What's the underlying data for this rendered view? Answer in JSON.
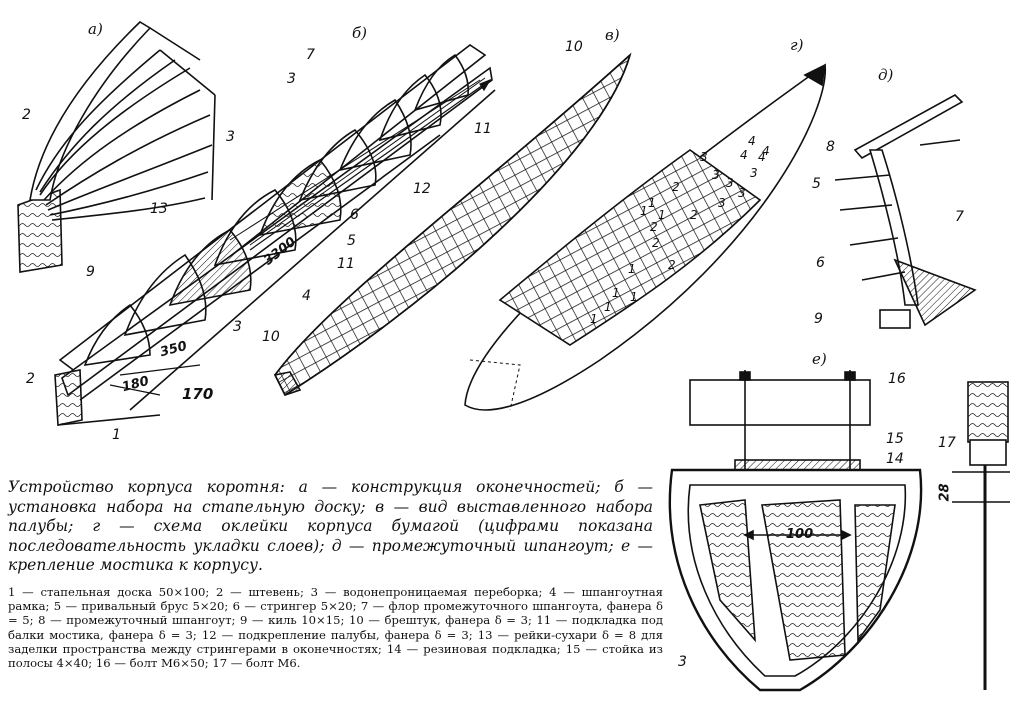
{
  "subfigure_labels": {
    "a": "а)",
    "b": "б)",
    "v": "в)",
    "g": "г)",
    "d": "д)",
    "e": "е)"
  },
  "callouts": {
    "a_2": "2",
    "a_13": "13",
    "b_7": "7",
    "b_3_top": "3",
    "b_3_mid": "3",
    "b_6": "6",
    "b_5": "5",
    "b_4": "4",
    "b_3_low": "3",
    "b_9": "9",
    "b_2": "2",
    "b_1": "1",
    "b_10": "10",
    "v_10": "10",
    "v_11_top": "11",
    "v_12": "12",
    "v_11_low": "11",
    "d_8": "8",
    "d_5": "5",
    "d_7": "7",
    "d_6": "6",
    "d_9": "9",
    "e_16": "16",
    "e_15": "15",
    "e_14": "14",
    "e_17": "17",
    "e_3": "3"
  },
  "dimensions": {
    "d3300": "3300",
    "d350": "350",
    "d180": "180",
    "d170": "170",
    "d100": "100",
    "d28": "28"
  },
  "layer_numbers": [
    "1",
    "1",
    "1",
    "1",
    "2",
    "2",
    "2",
    "3",
    "3",
    "3",
    "4",
    "4",
    "2",
    "3",
    "3",
    "3",
    "4",
    "4",
    "1",
    "2",
    "1",
    "1",
    "1"
  ],
  "caption": "Устройство корпуса коротня: а — конструкция оконечностей; б — установка набора на стапельную доску; в — вид выставленного набора палубы; г — схема оклейки корпуса бумагой (цифрами показана последовательность укладки слоев); д — промежуточный шпангоут; е — крепление мостика к корпусу.",
  "legend": "1 — стапельная доска 50×100; 2 — штевень; 3 — водонепроницаемая переборка; 4 — шпангоутная рамка; 5 — привальный брус 5×20; 6 — стрингер 5×20; 7 — флор промежуточного шпангоута, фанера δ = 5; 8 — промежуточный шпангоут; 9 — киль 10×15; 10 — брештук, фанера δ = 3; 11 — подкладка под балки мостика, фанера δ = 3; 12 — подкрепление палубы, фанера δ = 3; 13 — рейки-сухари δ = 8 для заделки пространства между стрингерами в оконечностях; 14 — резиновая подкладка; 15 — стойка из полосы 4×40; 16 — болт М6×50; 17 — болт М6."
}
